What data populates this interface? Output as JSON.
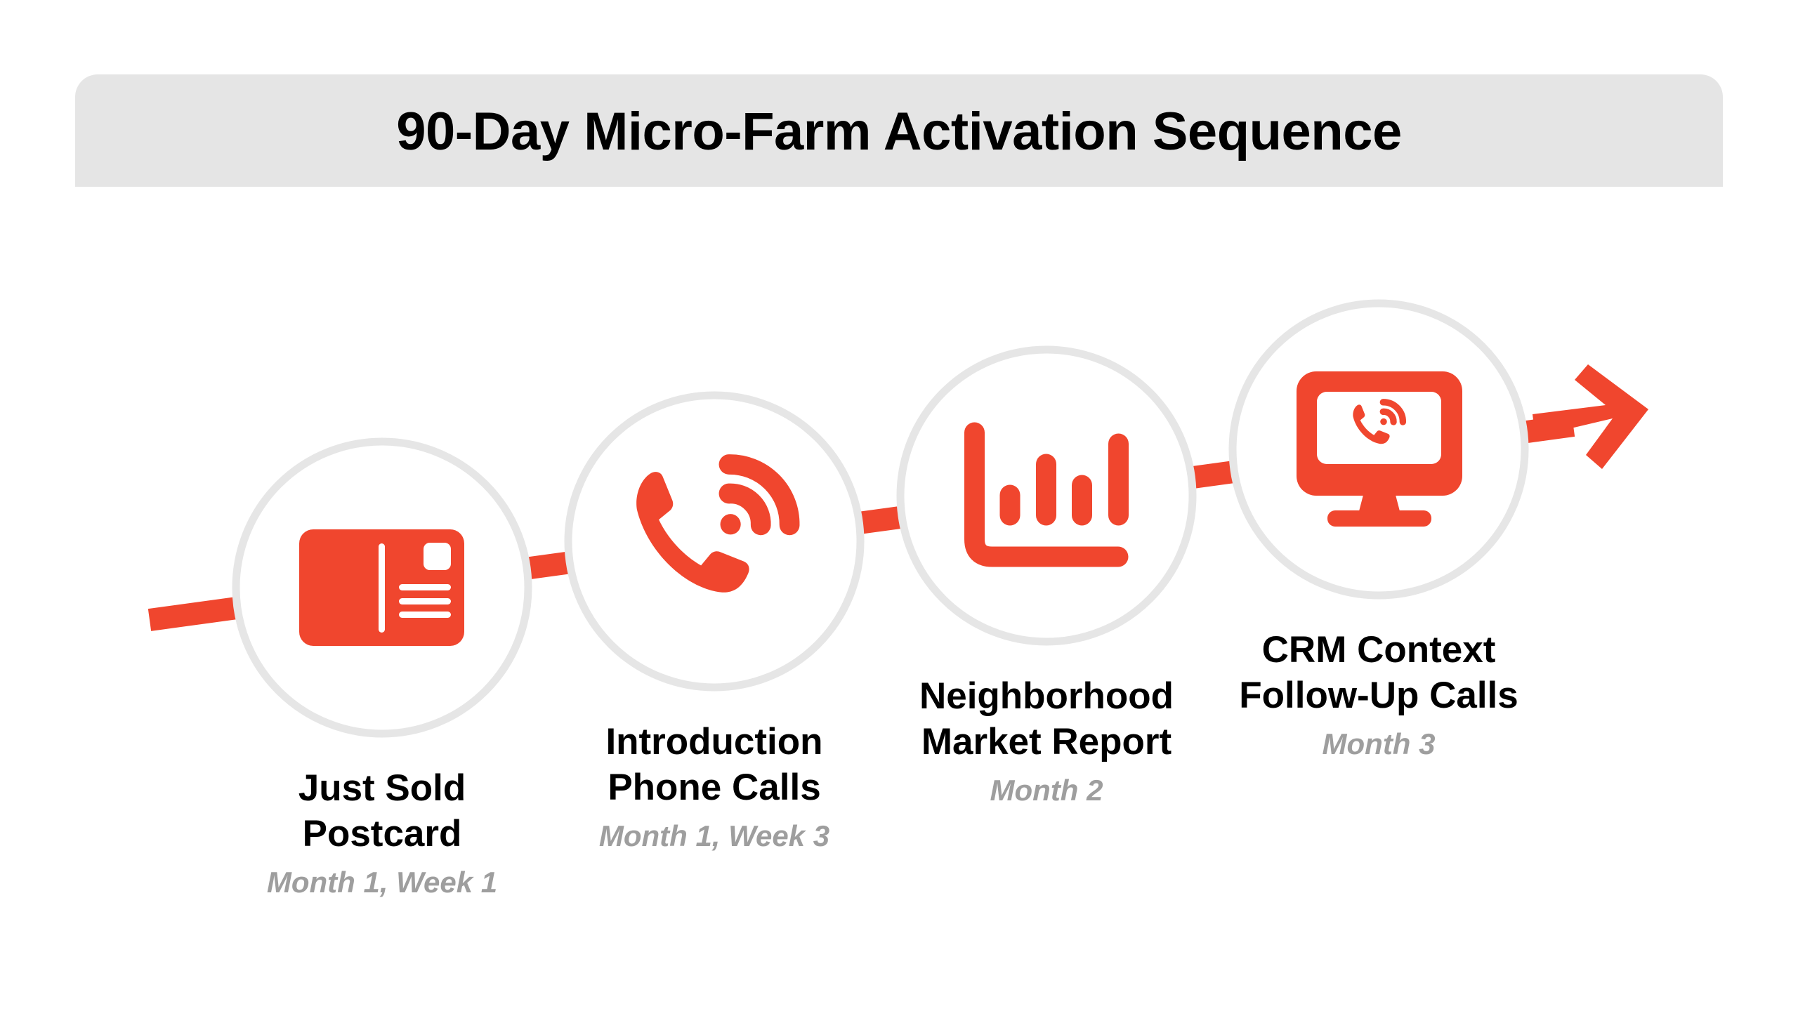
{
  "header": {
    "title": "90-Day Micro-Farm Activation Sequence"
  },
  "colors": {
    "accent": "#F0462E",
    "circle_stroke": "#E6E6E6",
    "banner_bg": "#E5E5E5",
    "title_text": "#000000",
    "timing_text": "#9E9E9E"
  },
  "steps": [
    {
      "icon": "postcard-icon",
      "title_line1": "Just Sold",
      "title_line2": "Postcard",
      "timing": "Month 1, Week 1"
    },
    {
      "icon": "phone-call-icon",
      "title_line1": "Introduction",
      "title_line2": "Phone Calls",
      "timing": "Month 1, Week 3"
    },
    {
      "icon": "bar-chart-icon",
      "title_line1": "Neighborhood",
      "title_line2": "Market Report",
      "timing": "Month 2"
    },
    {
      "icon": "monitor-phone-icon",
      "title_line1": "CRM Context",
      "title_line2": "Follow-Up Calls",
      "timing": "Month 3"
    }
  ],
  "path": {
    "direction_icon": "arrow-right-icon"
  }
}
